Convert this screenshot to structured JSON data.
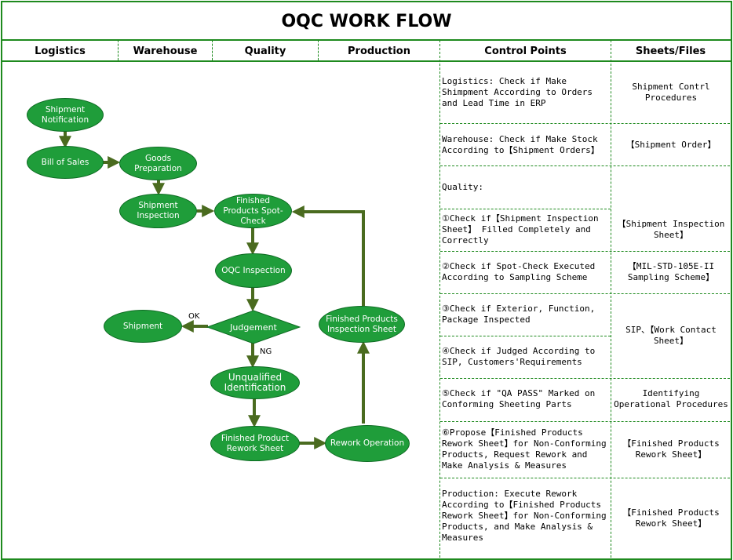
{
  "title": "OQC WORK FLOW",
  "columns": [
    "Logistics",
    "Warehouse",
    "Quality",
    "Production",
    "Control Points",
    "Sheets/Files"
  ],
  "nodes": {
    "shipment_notification": "Shipment Notification",
    "bill_of_sales": "Bill of Sales",
    "goods_preparation": "Goods Preparation",
    "shipment_inspection": "Shipment Inspection",
    "finished_spot_check": "Finished Products Spot-Check",
    "oqc_inspection": "OQC Inspection",
    "judgement": "Judgement",
    "shipment": "Shipment",
    "unqualified_identification": "Unqualified Identification",
    "rework_sheet": "Finished Product Rework Sheet",
    "rework_operation": "Rework Operation",
    "inspection_sheet": "Finished Products Inspection Sheet"
  },
  "edge_labels": {
    "ok": "OK",
    "ng": "NG"
  },
  "control_points": [
    "Logistics: Check if Make Shimpment According to Orders and Lead Time in ERP",
    "Warehouse: Check if Make Stock According to【Shipment Orders】",
    "Quality:",
    "①Check if【Shipment Inspection Sheet】 Filled Completely and Correctly",
    "②Check if Spot-Check Executed According to Sampling Scheme",
    "③Check if Exterior, Function, Package Inspected",
    "④Check if Judged According to SIP, Customers'Requirements",
    "⑤Check if \"QA PASS\" Marked on Conforming Sheeting Parts",
    "⑥Propose【Finished Products Rework Sheet】for Non-Conforming Products, Request Rework and Make Analysis & Measures",
    "Production: Execute Rework According to【Finished Products Rework Sheet】for Non-Conforming Products, and Make Analysis & Measures"
  ],
  "sheets_files": [
    "Shipment Contrl Procedures",
    "【Shipment Order】",
    "",
    "【Shipment Inspection Sheet】",
    "【MIL-STD-105E-II Sampling Scheme】",
    "SIP、【Work Contact Sheet】",
    "Identifying Operational Procedures",
    "【Finished Products Rework Sheet】",
    "【Finished Products Rework Sheet】"
  ],
  "colors": {
    "node_fill": "#1f9d3a",
    "arrow": "#4a6b1f",
    "border": "#1e8a1e"
  }
}
